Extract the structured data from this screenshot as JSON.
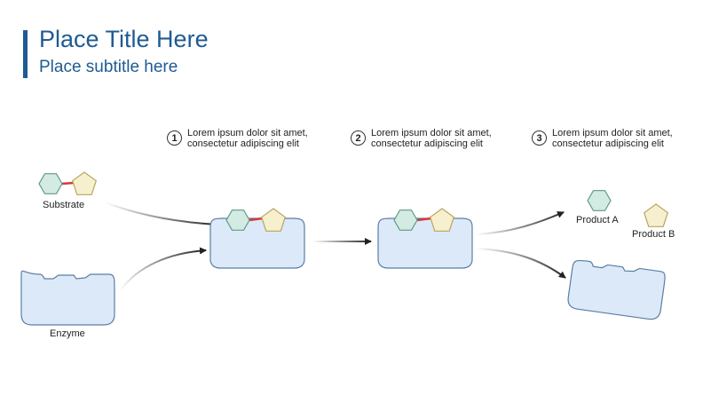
{
  "header": {
    "title": "Place Title Here",
    "subtitle": "Place subtitle here",
    "accent_color": "#1f5b93"
  },
  "steps": [
    {
      "number": "1",
      "line1": "Lorem ipsum dolor sit amet,",
      "line2": "consectetur adipiscing elit"
    },
    {
      "number": "2",
      "line1": "Lorem ipsum dolor sit amet,",
      "line2": "consectetur adipiscing elit"
    },
    {
      "number": "3",
      "line1": "Lorem ipsum dolor sit amet,",
      "line2": "consectetur adipiscing elit"
    }
  ],
  "labels": {
    "substrate": "Substrate",
    "enzyme": "Enzyme",
    "product_a": "Product A",
    "product_b": "Product B"
  },
  "colors": {
    "enzyme_fill": "#dce9f8",
    "enzyme_stroke": "#5b7ea3",
    "hexagon_fill": "#d3ebe2",
    "hexagon_stroke": "#5f9a8a",
    "pentagon_fill": "#f7f0cf",
    "pentagon_stroke": "#b8a55e",
    "bond": "#d23b3b",
    "arrow": "#222222"
  }
}
